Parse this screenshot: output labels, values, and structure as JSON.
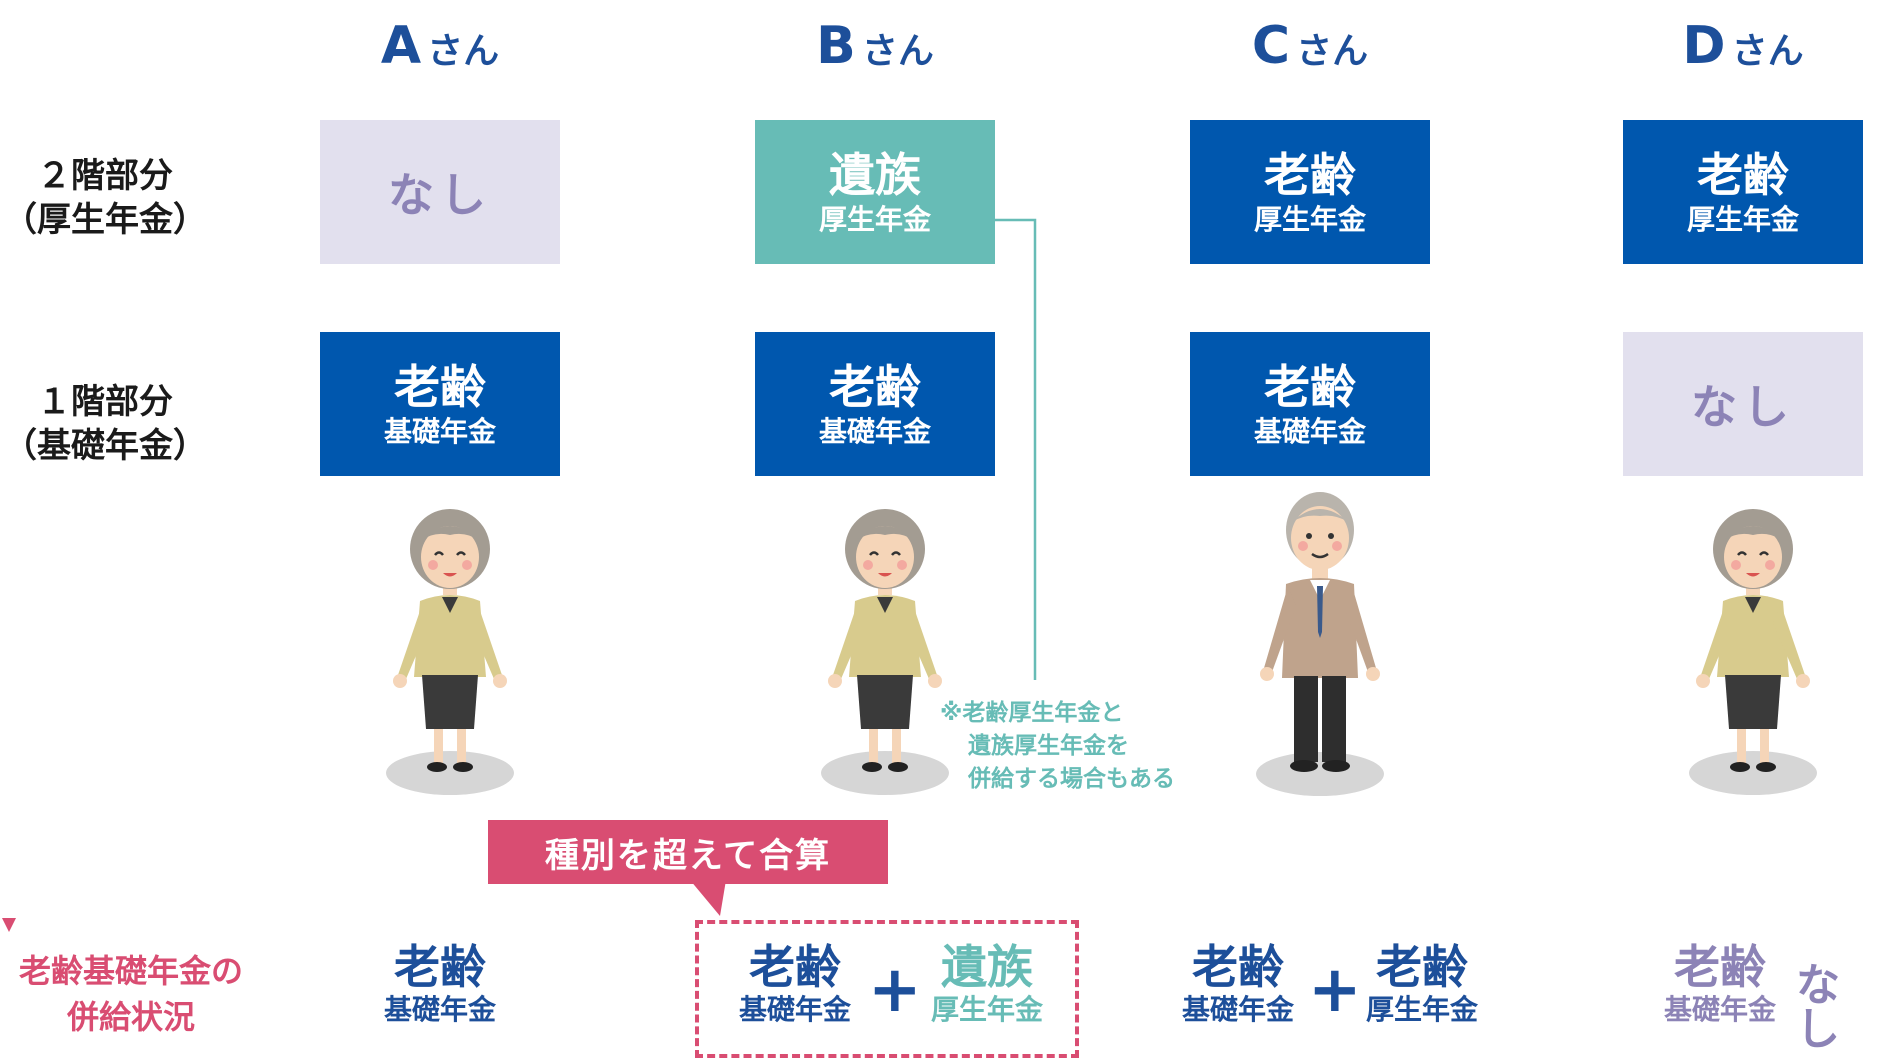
{
  "columns": [
    {
      "letter": "A",
      "suffix": "さん"
    },
    {
      "letter": "B",
      "suffix": "さん"
    },
    {
      "letter": "C",
      "suffix": "さん"
    },
    {
      "letter": "D",
      "suffix": "さん"
    }
  ],
  "rows": {
    "tier2": {
      "line1": "２階部分",
      "line2": "（厚生年金）"
    },
    "tier1": {
      "line1": "１階部分",
      "line2": "（基礎年金）"
    }
  },
  "tier2_boxes": [
    {
      "kind": "none",
      "big": "なし"
    },
    {
      "kind": "teal",
      "big": "遺族",
      "small": "厚生年金"
    },
    {
      "kind": "navy",
      "big": "老齢",
      "small": "厚生年金"
    },
    {
      "kind": "navy",
      "big": "老齢",
      "small": "厚生年金"
    }
  ],
  "tier1_boxes": [
    {
      "kind": "navy",
      "big": "老齢",
      "small": "基礎年金"
    },
    {
      "kind": "navy",
      "big": "老齢",
      "small": "基礎年金"
    },
    {
      "kind": "navy",
      "big": "老齢",
      "small": "基礎年金"
    },
    {
      "kind": "none",
      "big": "なし"
    }
  ],
  "note": {
    "line1": "※老齢厚生年金と",
    "line2": "遺族厚生年金を",
    "line3": "併給する場合もある"
  },
  "callout": "種別を超えて合算",
  "bottom_label": {
    "line1": "老齢基礎年金の",
    "line2": "併給状況"
  },
  "combos": {
    "a": {
      "big": "老齢",
      "small": "基礎年金"
    },
    "b_left": {
      "big": "老齢",
      "small": "基礎年金"
    },
    "b_right": {
      "big": "遺族",
      "small": "厚生年金"
    },
    "c_left": {
      "big": "老齢",
      "small": "基礎年金"
    },
    "c_right": {
      "big": "老齢",
      "small": "厚生年金"
    },
    "d_left": {
      "big": "老齢",
      "small": "基礎年金"
    },
    "d_right": "なし",
    "plus": "+"
  },
  "colors": {
    "navy": "#0057ae",
    "teal": "#67bcb6",
    "lavender_bg": "#e2e0ee",
    "lavender_text": "#8c83b6",
    "pink": "#d94d72",
    "header_blue": "#1d4f9a"
  },
  "figures": [
    "elderly-woman",
    "elderly-woman",
    "elderly-man",
    "elderly-woman"
  ]
}
